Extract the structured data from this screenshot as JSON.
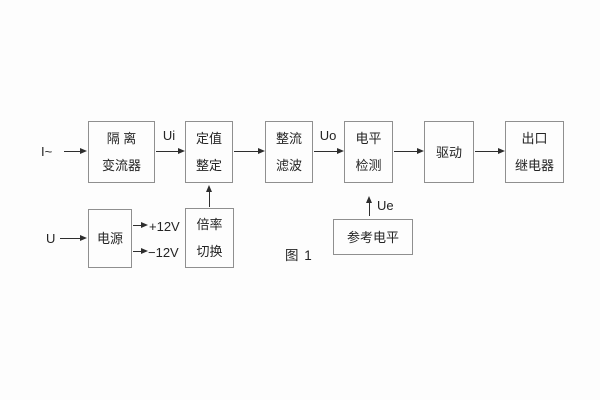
{
  "figure": {
    "caption": "图 1"
  },
  "blocks": {
    "isolation": {
      "line1": "隔 离",
      "line2": "变流器"
    },
    "setting": {
      "line1": "定值",
      "line2": "整定"
    },
    "rectifier_filter": {
      "line1": "整流",
      "line2": "滤波"
    },
    "level_detect": {
      "line1": "电平",
      "line2": "检测"
    },
    "drive": {
      "line1": "驱动"
    },
    "output_relay": {
      "line1": "出口",
      "line2": "继电器"
    },
    "power": {
      "line1": "电源"
    },
    "ratio_switch": {
      "line1": "倍率",
      "line2": "切换"
    },
    "reference_level": {
      "line1": "参考电平"
    }
  },
  "labels": {
    "input_current": "I~",
    "input_voltage": "U",
    "ui": "Ui",
    "uo": "Uo",
    "ue": "Ue",
    "plus_12v": "+12V",
    "minus_12v": "−12V"
  },
  "colors": {
    "background": "#fdfdfd",
    "box_border": "#8f8f8f",
    "line": "#2e2e2e",
    "text": "#242424"
  }
}
